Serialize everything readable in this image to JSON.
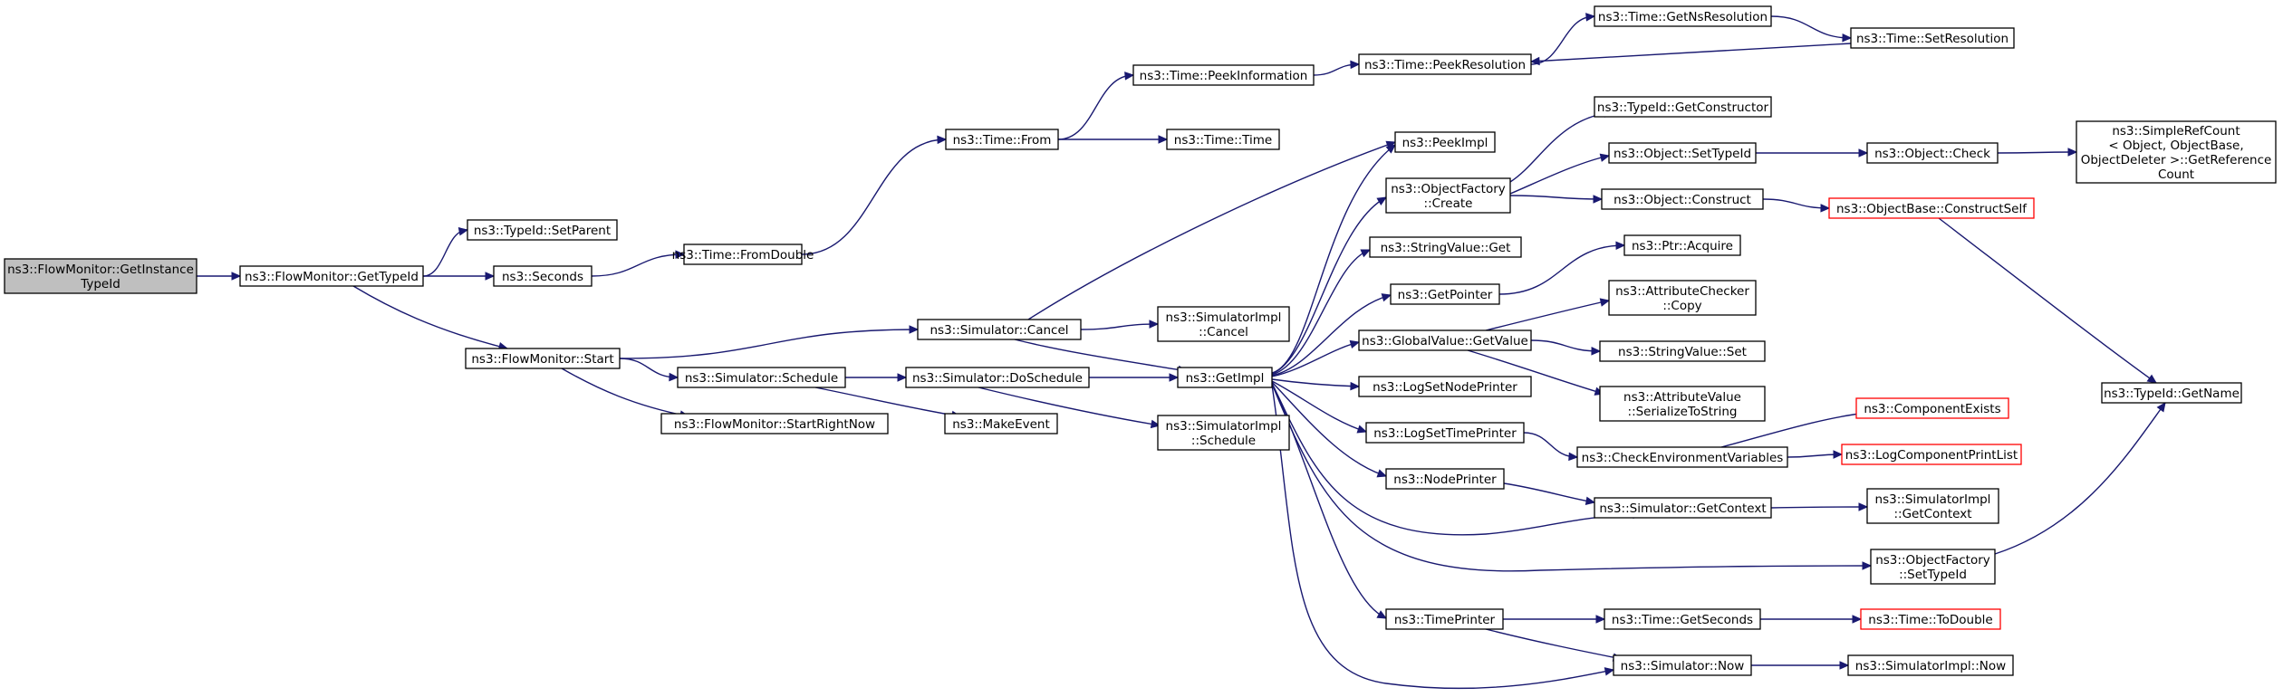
{
  "nodes": {
    "getinstancetypeid": {
      "lines": [
        "ns3::FlowMonitor::GetInstance",
        "TypeId"
      ],
      "style": "current"
    },
    "gettypeid": {
      "lines": [
        "ns3::FlowMonitor::GetTypeId"
      ],
      "style": "normal"
    },
    "setparent": {
      "lines": [
        "ns3::TypeId::SetParent"
      ],
      "style": "normal"
    },
    "seconds": {
      "lines": [
        "ns3::Seconds"
      ],
      "style": "normal"
    },
    "start": {
      "lines": [
        "ns3::FlowMonitor::Start"
      ],
      "style": "normal"
    },
    "fromdouble": {
      "lines": [
        "ns3::Time::FromDouble"
      ],
      "style": "normal"
    },
    "from": {
      "lines": [
        "ns3::Time::From"
      ],
      "style": "normal"
    },
    "peekinformation": {
      "lines": [
        "ns3::Time::PeekInformation"
      ],
      "style": "normal"
    },
    "time": {
      "lines": [
        "ns3::Time::Time"
      ],
      "style": "normal"
    },
    "peekresolution": {
      "lines": [
        "ns3::Time::PeekResolution"
      ],
      "style": "normal"
    },
    "getnsresolution": {
      "lines": [
        "ns3::Time::GetNsResolution"
      ],
      "style": "normal"
    },
    "setresolution": {
      "lines": [
        "ns3::Time::SetResolution"
      ],
      "style": "normal"
    },
    "cancel": {
      "lines": [
        "ns3::Simulator::Cancel"
      ],
      "style": "normal"
    },
    "schedule": {
      "lines": [
        "ns3::Simulator::Schedule"
      ],
      "style": "normal"
    },
    "startrightnow": {
      "lines": [
        "ns3::FlowMonitor::StartRightNow"
      ],
      "style": "normal"
    },
    "simimplcancel": {
      "lines": [
        "ns3::SimulatorImpl",
        "::Cancel"
      ],
      "style": "normal"
    },
    "doschedule": {
      "lines": [
        "ns3::Simulator::DoSchedule"
      ],
      "style": "normal"
    },
    "makeevent": {
      "lines": [
        "ns3::MakeEvent"
      ],
      "style": "normal"
    },
    "simimplschedule": {
      "lines": [
        "ns3::SimulatorImpl",
        "::Schedule"
      ],
      "style": "normal"
    },
    "getimpl": {
      "lines": [
        "ns3::GetImpl"
      ],
      "style": "normal"
    },
    "peekimpl": {
      "lines": [
        "ns3::PeekImpl"
      ],
      "style": "normal"
    },
    "objfactorycreate": {
      "lines": [
        "ns3::ObjectFactory",
        "::Create"
      ],
      "style": "normal"
    },
    "stringvalueget": {
      "lines": [
        "ns3::StringValue::Get"
      ],
      "style": "normal"
    },
    "getpointer": {
      "lines": [
        "ns3::GetPointer"
      ],
      "style": "normal"
    },
    "globalvaluegetvalue": {
      "lines": [
        "ns3::GlobalValue::GetValue"
      ],
      "style": "normal"
    },
    "logsetnodeprinter": {
      "lines": [
        "ns3::LogSetNodePrinter"
      ],
      "style": "normal"
    },
    "logsettimeprinter": {
      "lines": [
        "ns3::LogSetTimePrinter"
      ],
      "style": "normal"
    },
    "nodeprinter": {
      "lines": [
        "ns3::NodePrinter"
      ],
      "style": "normal"
    },
    "timeprinter": {
      "lines": [
        "ns3::TimePrinter"
      ],
      "style": "normal"
    },
    "typeidgetconstructor": {
      "lines": [
        "ns3::TypeId::GetConstructor"
      ],
      "style": "normal"
    },
    "objectsettypeid": {
      "lines": [
        "ns3::Object::SetTypeId"
      ],
      "style": "normal"
    },
    "objectconstruct": {
      "lines": [
        "ns3::Object::Construct"
      ],
      "style": "normal"
    },
    "ptracquire": {
      "lines": [
        "ns3::Ptr::Acquire"
      ],
      "style": "normal"
    },
    "attrcheckercopy": {
      "lines": [
        "ns3::AttributeChecker",
        "::Copy"
      ],
      "style": "normal"
    },
    "stringvalueset": {
      "lines": [
        "ns3::StringValue::Set"
      ],
      "style": "normal"
    },
    "attrvalueserialize": {
      "lines": [
        "ns3::AttributeValue",
        "::SerializeToString"
      ],
      "style": "normal"
    },
    "checkenvvars": {
      "lines": [
        "ns3::CheckEnvironmentVariables"
      ],
      "style": "normal"
    },
    "simgetcontext": {
      "lines": [
        "ns3::Simulator::GetContext"
      ],
      "style": "normal"
    },
    "timegetseconds": {
      "lines": [
        "ns3::Time::GetSeconds"
      ],
      "style": "normal"
    },
    "simnow": {
      "lines": [
        "ns3::Simulator::Now"
      ],
      "style": "normal"
    },
    "objectcheck": {
      "lines": [
        "ns3::Object::Check"
      ],
      "style": "normal"
    },
    "constructself": {
      "lines": [
        "ns3::ObjectBase::ConstructSelf"
      ],
      "style": "undoc"
    },
    "componentexists": {
      "lines": [
        "ns3::ComponentExists"
      ],
      "style": "undoc"
    },
    "logcomponentprintlist": {
      "lines": [
        "ns3::LogComponentPrintList"
      ],
      "style": "undoc"
    },
    "simimplgetcontext": {
      "lines": [
        "ns3::SimulatorImpl",
        "::GetContext"
      ],
      "style": "normal"
    },
    "objfactorysettypeid": {
      "lines": [
        "ns3::ObjectFactory",
        "::SetTypeId"
      ],
      "style": "normal"
    },
    "timetodouble": {
      "lines": [
        "ns3::Time::ToDouble"
      ],
      "style": "undoc"
    },
    "simimplnow": {
      "lines": [
        "ns3::SimulatorImpl::Now"
      ],
      "style": "normal"
    },
    "simplerefcount": {
      "lines": [
        "ns3::SimpleRefCount",
        "< Object, ObjectBase,",
        " ObjectDeleter >::GetReference",
        "Count"
      ],
      "style": "normal"
    },
    "typeidgetname": {
      "lines": [
        "ns3::TypeId::GetName"
      ],
      "style": "normal"
    }
  },
  "edges": [
    [
      "getinstancetypeid",
      "gettypeid"
    ],
    [
      "gettypeid",
      "setparent"
    ],
    [
      "gettypeid",
      "seconds"
    ],
    [
      "gettypeid",
      "start"
    ],
    [
      "seconds",
      "fromdouble"
    ],
    [
      "fromdouble",
      "from"
    ],
    [
      "from",
      "peekinformation"
    ],
    [
      "from",
      "time"
    ],
    [
      "peekinformation",
      "peekresolution"
    ],
    [
      "peekresolution",
      "getnsresolution"
    ],
    [
      "getnsresolution",
      "setresolution"
    ],
    [
      "setresolution",
      "peekresolution"
    ],
    [
      "start",
      "cancel"
    ],
    [
      "start",
      "schedule"
    ],
    [
      "start",
      "startrightnow"
    ],
    [
      "cancel",
      "peekimpl"
    ],
    [
      "cancel",
      "simimplcancel"
    ],
    [
      "cancel",
      "getimpl"
    ],
    [
      "schedule",
      "doschedule"
    ],
    [
      "schedule",
      "makeevent"
    ],
    [
      "doschedule",
      "getimpl"
    ],
    [
      "doschedule",
      "simimplschedule"
    ],
    [
      "getimpl",
      "peekimpl"
    ],
    [
      "getimpl",
      "objfactorycreate"
    ],
    [
      "getimpl",
      "stringvalueget"
    ],
    [
      "getimpl",
      "getpointer"
    ],
    [
      "getimpl",
      "globalvaluegetvalue"
    ],
    [
      "getimpl",
      "logsetnodeprinter"
    ],
    [
      "getimpl",
      "logsettimeprinter"
    ],
    [
      "getimpl",
      "nodeprinter"
    ],
    [
      "getimpl",
      "timeprinter"
    ],
    [
      "getimpl",
      "simgetcontext"
    ],
    [
      "getimpl",
      "objfactorysettypeid"
    ],
    [
      "getimpl",
      "simnow"
    ],
    [
      "objfactorycreate",
      "typeidgetconstructor"
    ],
    [
      "objfactorycreate",
      "objectsettypeid"
    ],
    [
      "objfactorycreate",
      "objectconstruct"
    ],
    [
      "objectsettypeid",
      "objectcheck"
    ],
    [
      "objectcheck",
      "simplerefcount"
    ],
    [
      "objectconstruct",
      "constructself"
    ],
    [
      "constructself",
      "typeidgetname"
    ],
    [
      "getpointer",
      "ptracquire"
    ],
    [
      "globalvaluegetvalue",
      "attrcheckercopy"
    ],
    [
      "globalvaluegetvalue",
      "stringvalueset"
    ],
    [
      "globalvaluegetvalue",
      "attrvalueserialize"
    ],
    [
      "logsettimeprinter",
      "checkenvvars"
    ],
    [
      "checkenvvars",
      "componentexists"
    ],
    [
      "checkenvvars",
      "logcomponentprintlist"
    ],
    [
      "nodeprinter",
      "simgetcontext"
    ],
    [
      "simgetcontext",
      "simimplgetcontext"
    ],
    [
      "objfactorysettypeid",
      "typeidgetname"
    ],
    [
      "timeprinter",
      "timegetseconds"
    ],
    [
      "timeprinter",
      "simnow"
    ],
    [
      "timegetseconds",
      "timetodouble"
    ],
    [
      "simnow",
      "simimplnow"
    ]
  ],
  "colors": {
    "edge": "#191970",
    "current_fill": "#bfbfbf",
    "undocumented_border": "#ff0000",
    "border": "#000000"
  }
}
